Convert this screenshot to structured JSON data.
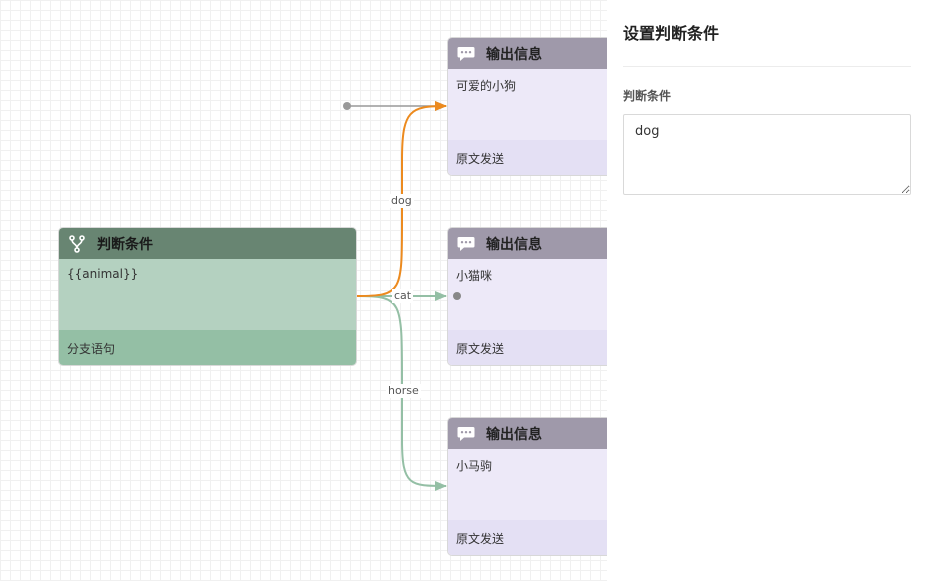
{
  "nodes": {
    "branch": {
      "title": "判断条件",
      "body": "{{animal}}",
      "footer": "分支语句",
      "icon": "branch-icon"
    },
    "out1": {
      "title": "输出信息",
      "body": "可爱的小狗",
      "footer": "原文发送",
      "icon": "chat-bubble-icon"
    },
    "out2": {
      "title": "输出信息",
      "body": "小猫咪",
      "footer": "原文发送",
      "icon": "chat-bubble-icon"
    },
    "out3": {
      "title": "输出信息",
      "body": "小马驹",
      "footer": "原文发送",
      "icon": "chat-bubble-icon"
    }
  },
  "edges": {
    "dog": "dog",
    "cat": "cat",
    "horse": "horse"
  },
  "panel": {
    "title": "设置判断条件",
    "field_label": "判断条件",
    "value": "dog"
  },
  "colors": {
    "active_edge": "#ec8a1e",
    "edge": "#94bfa5",
    "dangling_edge": "#999999"
  }
}
